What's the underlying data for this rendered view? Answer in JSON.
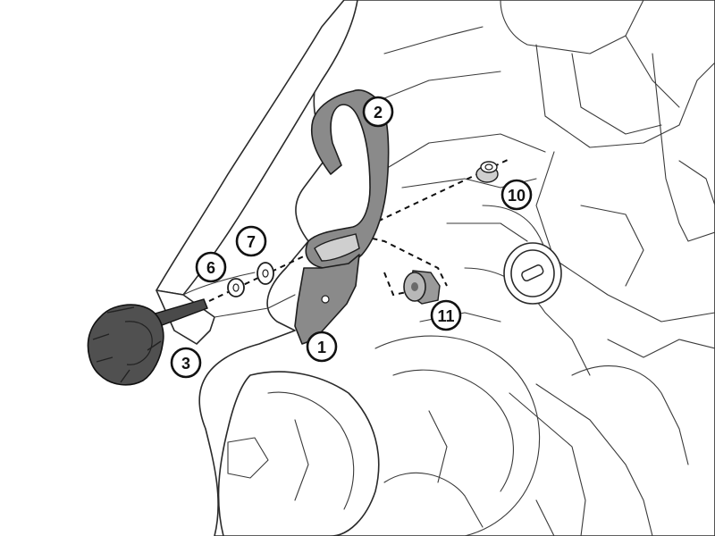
{
  "diagram": {
    "callouts": [
      {
        "id": "c1",
        "label": "1"
      },
      {
        "id": "c2",
        "label": "2"
      },
      {
        "id": "c3",
        "label": "3"
      },
      {
        "id": "c6",
        "label": "6"
      },
      {
        "id": "c7",
        "label": "7"
      },
      {
        "id": "c10",
        "label": "10"
      },
      {
        "id": "c11",
        "label": "11"
      }
    ],
    "colors": {
      "line": "#2a2a2a",
      "part": "#8a8a8a",
      "knob": "#505050",
      "background": "#ffffff"
    }
  }
}
